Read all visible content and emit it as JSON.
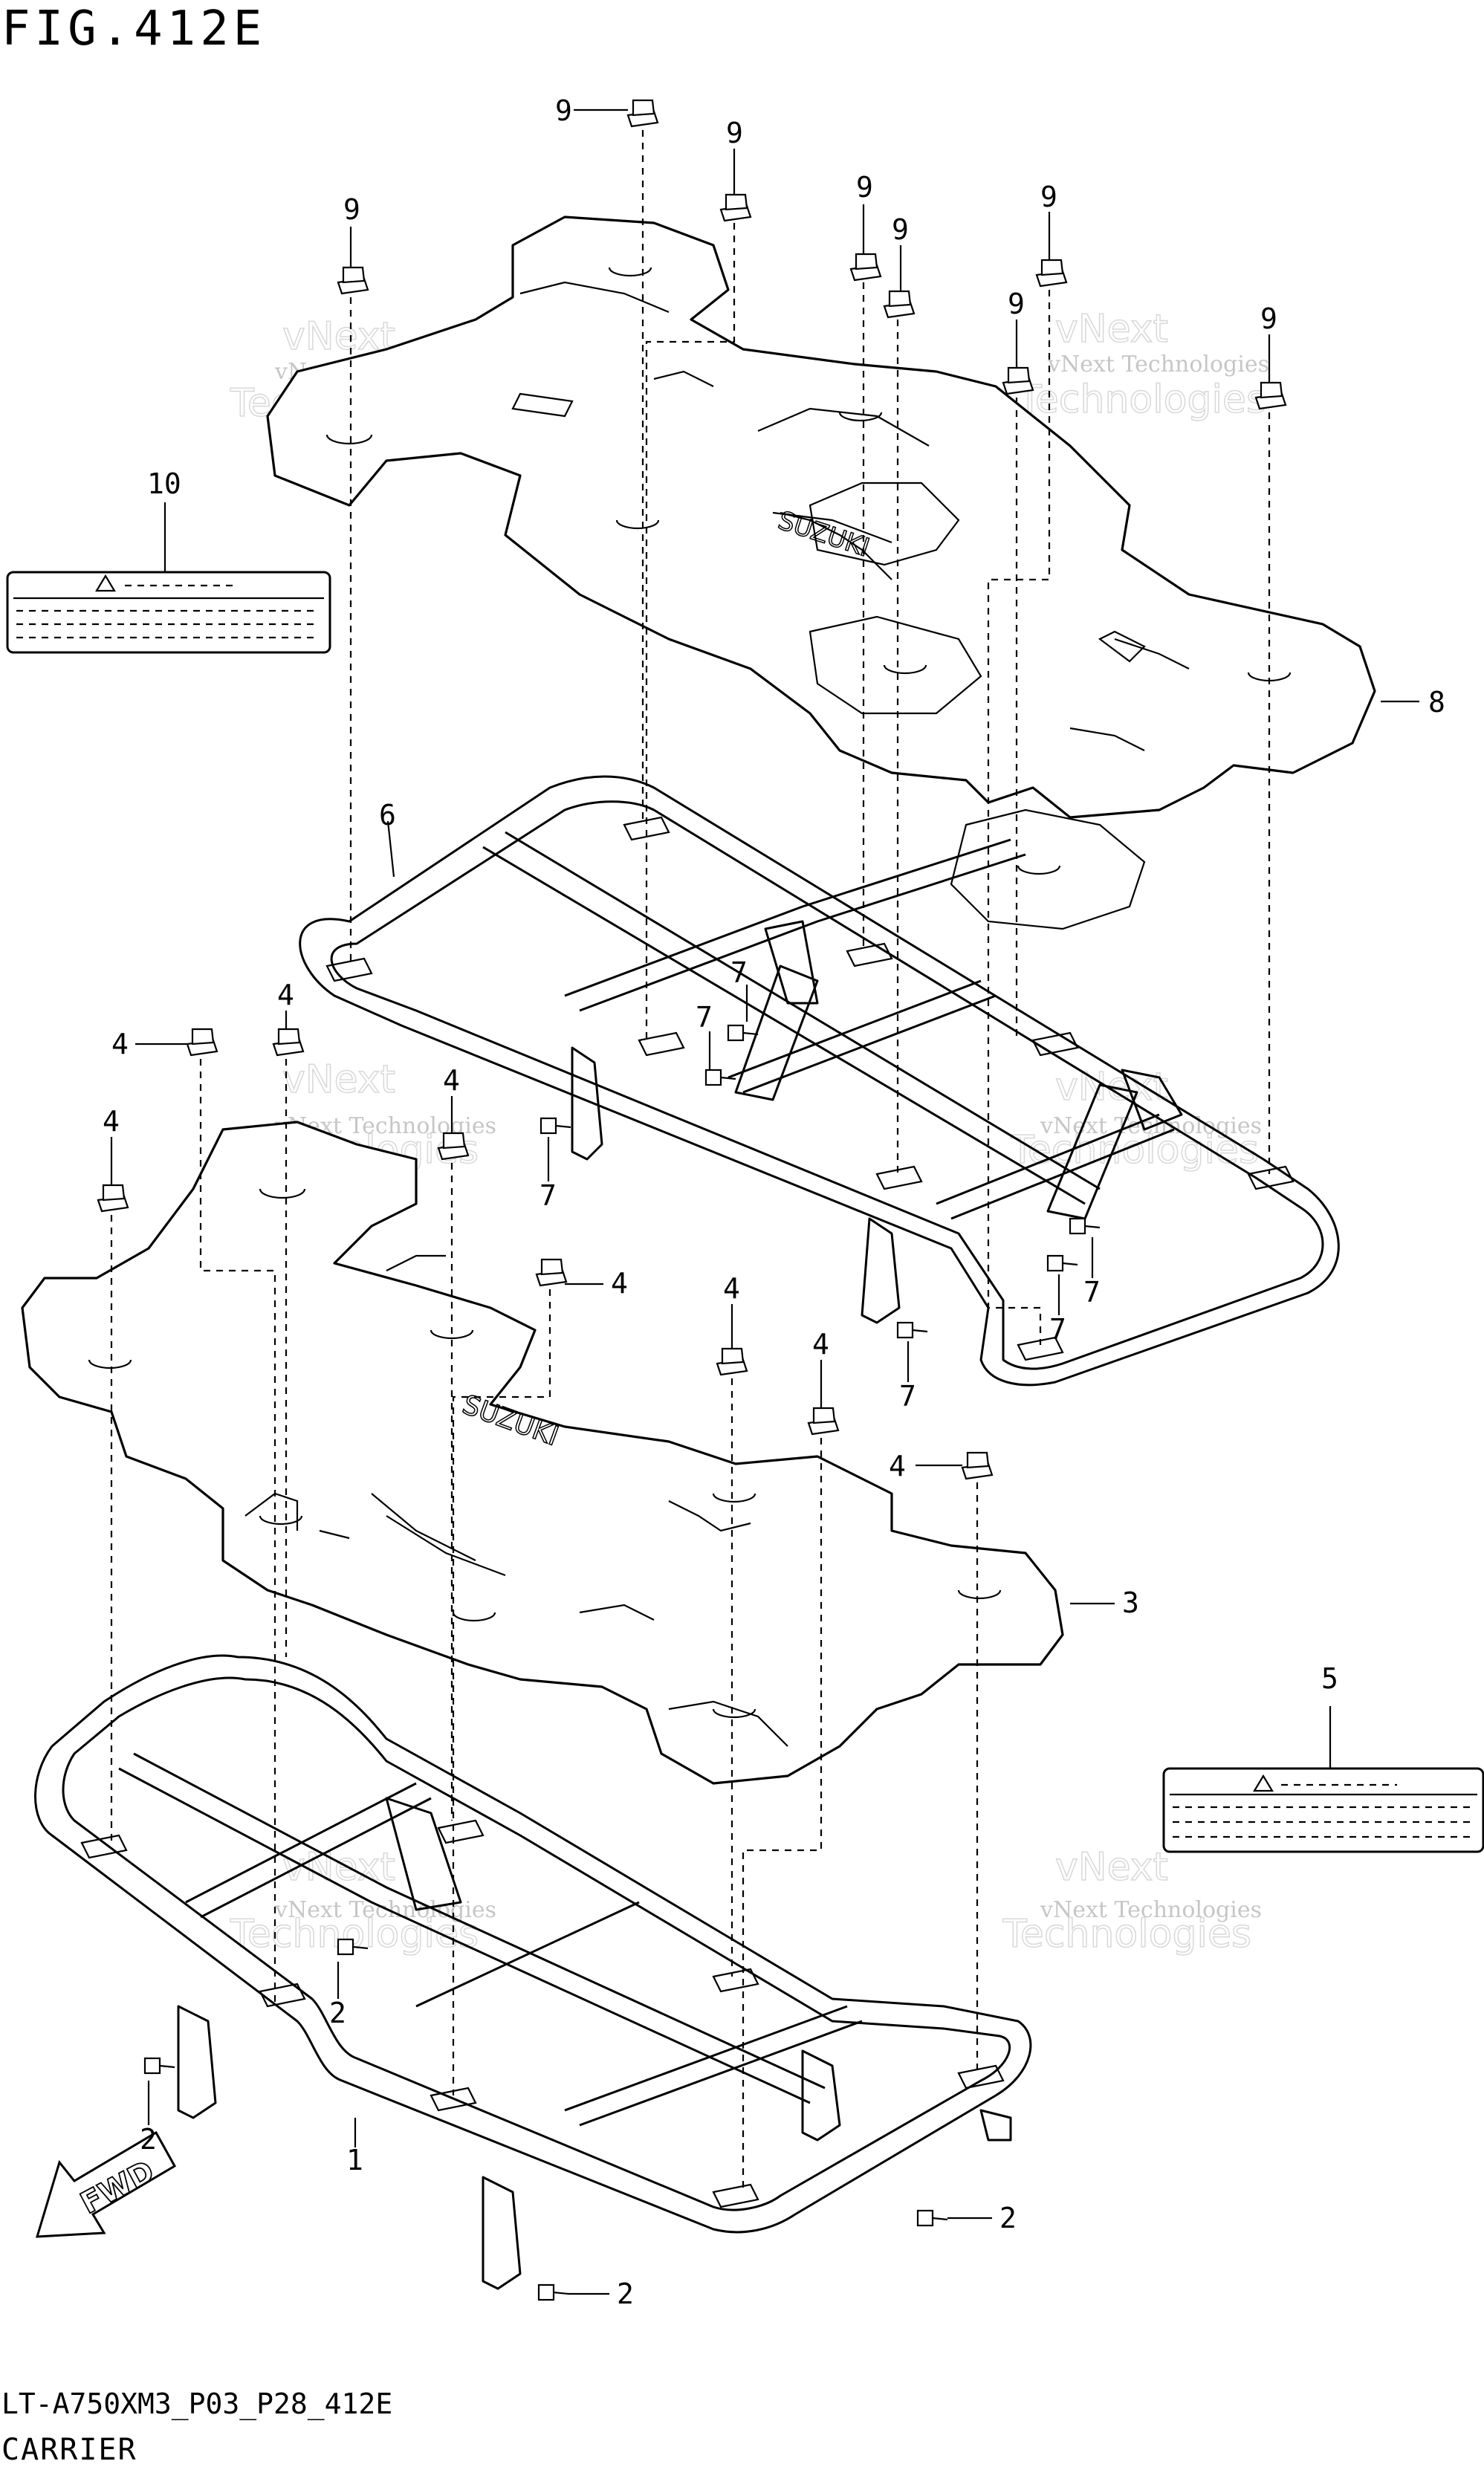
{
  "figure": {
    "title": "FIG.412E",
    "code": "LT-A750XM3_P03_P28_412E",
    "caption": "CARRIER"
  },
  "callouts": {
    "p1": "1",
    "p2": "2",
    "p3": "3",
    "p4": "4",
    "p5": "5",
    "p6": "6",
    "p7": "7",
    "p8": "8",
    "p9": "9",
    "p10": "10"
  },
  "labels": {
    "fwd": "FWD"
  },
  "watermark": {
    "small": "vNext Technologies",
    "large_top": "vNext",
    "large_bottom": "Technologies"
  },
  "colors": {
    "line": "#000000",
    "watermark": "#c6c6c6",
    "background": "#ffffff"
  }
}
